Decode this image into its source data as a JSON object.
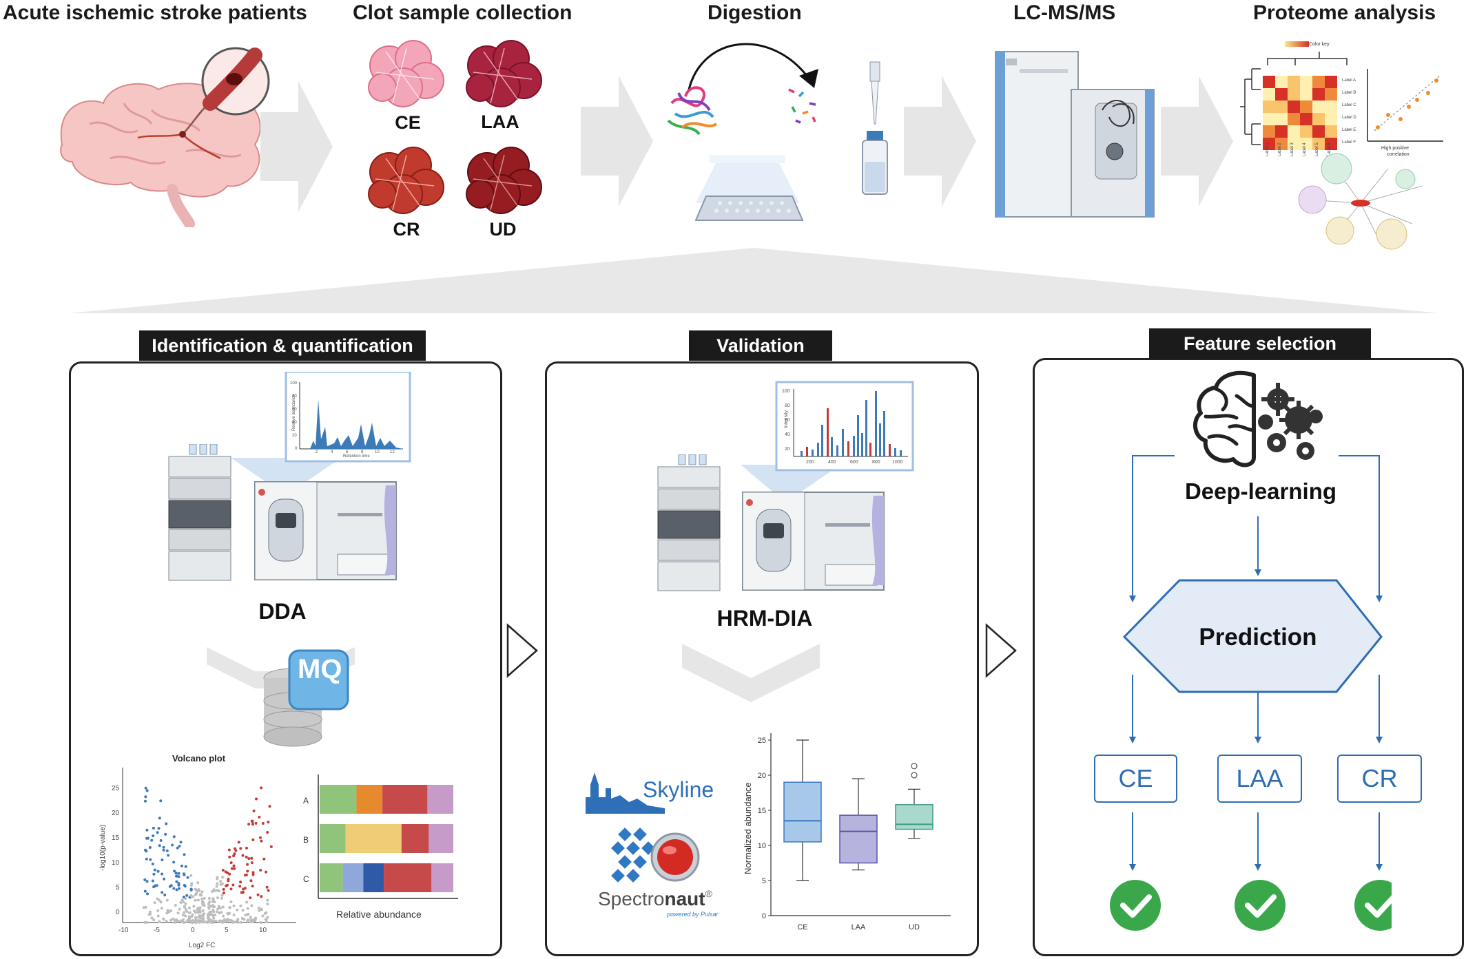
{
  "workflow": {
    "steps": [
      {
        "title": "Acute ischemic stroke patients"
      },
      {
        "title": "Clot sample collection"
      },
      {
        "title": "Digestion"
      },
      {
        "title": "LC-MS/MS"
      },
      {
        "title": "Proteome analysis"
      }
    ],
    "clots": [
      "CE",
      "LAA",
      "CR",
      "UD"
    ],
    "heatmap": {
      "key_label": "Color key",
      "row_labels": [
        "Label A",
        "Label B",
        "Label C",
        "Label D",
        "Label E",
        "Label F"
      ],
      "col_labels": [
        "Label 1",
        "Label 2",
        "Label 3",
        "Label 4",
        "Label 5",
        "Label 6"
      ],
      "correlation_label_1": "High positive",
      "correlation_label_2": "correlation"
    }
  },
  "panels": {
    "identification": {
      "tab": "Identification & quantification",
      "method": "DDA",
      "spectrum_ylabel": "Relative abundance",
      "spectrum_xlabel": "Retention time",
      "spectrum_yticks": [
        "100",
        "80",
        "60",
        "40",
        "20",
        "0"
      ],
      "spectrum_xticks": [
        "2",
        "4",
        "6",
        "8",
        "10",
        "12"
      ],
      "software_logo": "MQ",
      "volcano": {
        "title": "Volcano plot",
        "xlabel": "Log2 FC",
        "ylabel": "-log10(p-value)",
        "xticks": [
          "-10",
          "-5",
          "0",
          "5",
          "10"
        ],
        "yticks": [
          "25",
          "20",
          "15",
          "10",
          "5",
          "0"
        ]
      },
      "stacked": {
        "rows": [
          "A",
          "B",
          "C"
        ],
        "xlabel": "Relative abundance",
        "segments": [
          [
            {
              "w": 0.27,
              "c": "#8fc47a"
            },
            {
              "w": 0.19,
              "c": "#e78a2e"
            },
            {
              "w": 0.33,
              "c": "#c74a4a"
            },
            {
              "w": 0.19,
              "c": "#c79bc9"
            }
          ],
          [
            {
              "w": 0.19,
              "c": "#8fc47a"
            },
            {
              "w": 0.41,
              "c": "#f0cd74"
            },
            {
              "w": 0.2,
              "c": "#c74a4a"
            },
            {
              "w": 0.18,
              "c": "#c79bc9"
            }
          ],
          [
            {
              "w": 0.17,
              "c": "#8fc47a"
            },
            {
              "w": 0.15,
              "c": "#8ea9d9"
            },
            {
              "w": 0.15,
              "c": "#2f5aa8"
            },
            {
              "w": 0.35,
              "c": "#c74a4a"
            },
            {
              "w": 0.16,
              "c": "#c79bc9"
            }
          ]
        ]
      }
    },
    "validation": {
      "tab": "Validation",
      "method": "HRM-DIA",
      "spectrum_ylabel": "Intensity",
      "spectrum_yticks": [
        "100",
        "80",
        "60",
        "40",
        "20"
      ],
      "spectrum_xticks": [
        "200",
        "400",
        "600",
        "800",
        "1000"
      ],
      "logo_skyline": "Skyline",
      "logo_spectronaut_a": "Spectro",
      "logo_spectronaut_b": "naut",
      "logo_spectronaut_mark": "®",
      "logo_spectronaut_sub": "powered by Pulsar"
    },
    "feature": {
      "tab": "Feature selection",
      "model": "Deep-learning",
      "prediction": "Prediction",
      "classes": [
        "CE",
        "LAA",
        "CR"
      ]
    }
  },
  "chart_data": {
    "type": "box",
    "title": "",
    "xlabel": "",
    "ylabel": "Normalized abundance",
    "ylim": [
      0,
      25
    ],
    "yticks": [
      "25",
      "20",
      "15",
      "10",
      "5",
      "0"
    ],
    "categories": [
      "CE",
      "LAA",
      "UD"
    ],
    "series": [
      {
        "name": "CE",
        "min": 5,
        "q1": 10.5,
        "median": 13.5,
        "q3": 19,
        "max": 25,
        "outliers": [],
        "color": "#a8c8ea",
        "stroke": "#3a78c4"
      },
      {
        "name": "LAA",
        "min": 6.5,
        "q1": 7.5,
        "median": 12,
        "q3": 14.3,
        "max": 19.5,
        "outliers": [],
        "color": "#b7b3df",
        "stroke": "#5a52a8"
      },
      {
        "name": "UD",
        "min": 11,
        "q1": 12.3,
        "median": 13,
        "q3": 15.8,
        "max": 18,
        "outliers": [
          20,
          21.3
        ],
        "color": "#a9d8cc",
        "stroke": "#3e9a84"
      }
    ]
  },
  "colors": {
    "accent_blue": "#2e6db4",
    "check_green": "#3aa84a",
    "arrow_gray": "#e6e6e6"
  }
}
